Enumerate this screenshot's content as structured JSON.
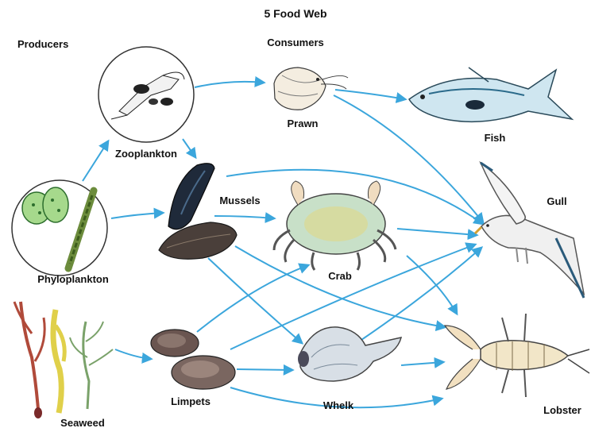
{
  "title": "5 Food Web",
  "headers": {
    "producers": "Producers",
    "consumers": "Consumers"
  },
  "organisms": {
    "zooplankton": "Zooplankton",
    "phytoplankton": "Phyloplankton",
    "seaweed": "Seaweed",
    "prawn": "Prawn",
    "fish": "Fish",
    "mussels": "Mussels",
    "crab": "Crab",
    "gull": "Gull",
    "limpets": "Limpets",
    "whelk": "Whelk",
    "lobster": "Lobster"
  },
  "links": [
    [
      "phytoplankton",
      "zooplankton"
    ],
    [
      "phytoplankton",
      "mussels"
    ],
    [
      "zooplankton",
      "prawn"
    ],
    [
      "zooplankton",
      "mussels"
    ],
    [
      "prawn",
      "fish"
    ],
    [
      "prawn",
      "gull"
    ],
    [
      "mussels",
      "gull"
    ],
    [
      "mussels",
      "crab"
    ],
    [
      "mussels",
      "whelk"
    ],
    [
      "mussels",
      "lobster"
    ],
    [
      "crab",
      "gull"
    ],
    [
      "crab",
      "lobster"
    ],
    [
      "seaweed",
      "limpets"
    ],
    [
      "limpets",
      "crab"
    ],
    [
      "limpets",
      "gull"
    ],
    [
      "limpets",
      "whelk"
    ],
    [
      "limpets",
      "lobster"
    ],
    [
      "whelk",
      "gull"
    ],
    [
      "whelk",
      "lobster"
    ]
  ],
  "colors": {
    "arrow": "#3ba6dc",
    "label": "#111111"
  }
}
